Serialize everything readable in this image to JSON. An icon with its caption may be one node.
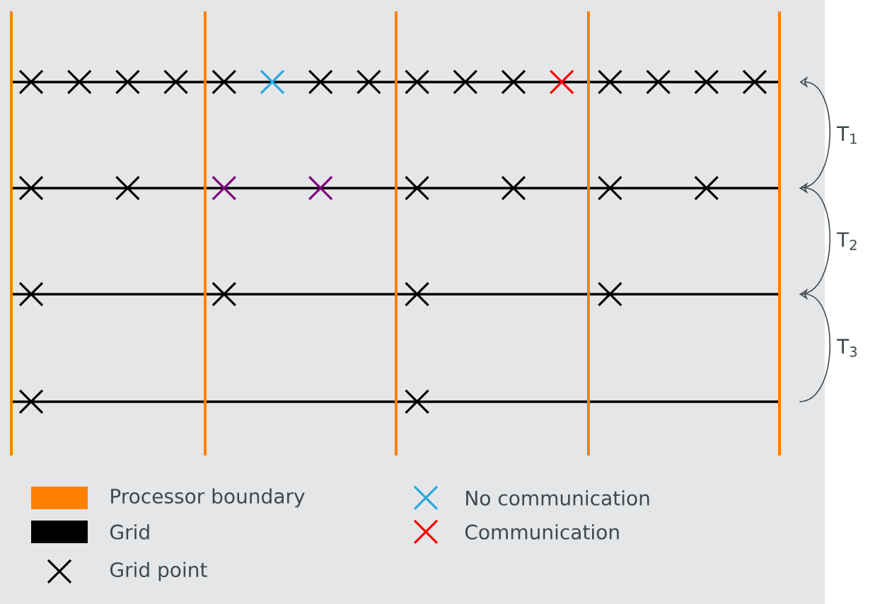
{
  "diagram": {
    "nodes": [
      {
        "text": [],
        "shape": "line"
      },
      {
        "text": [],
        "shape": "line"
      },
      {
        "text": [],
        "shape": "line"
      },
      {
        "text": [],
        "shape": "line"
      }
    ],
    "edges": [
      {
        "from": 1,
        "to": 0,
        "arrow": "to",
        "label": "T$_{1}$"
      },
      {
        "from": 2,
        "to": 1,
        "arrow": "to",
        "label": "T$_{2}$"
      },
      {
        "from": 3,
        "to": 2,
        "arrow": "to",
        "label": "T$_{3}$"
      }
    ],
    "legend": [
      {
        "text": "Processor boundary",
        "color": "#ff8000"
      },
      {
        "text": "Grid",
        "color": "#000000"
      },
      {
        "text": "Grid point"
      },
      {
        "text": "No communication"
      },
      {
        "text": "Communication"
      }
    ]
  }
}
